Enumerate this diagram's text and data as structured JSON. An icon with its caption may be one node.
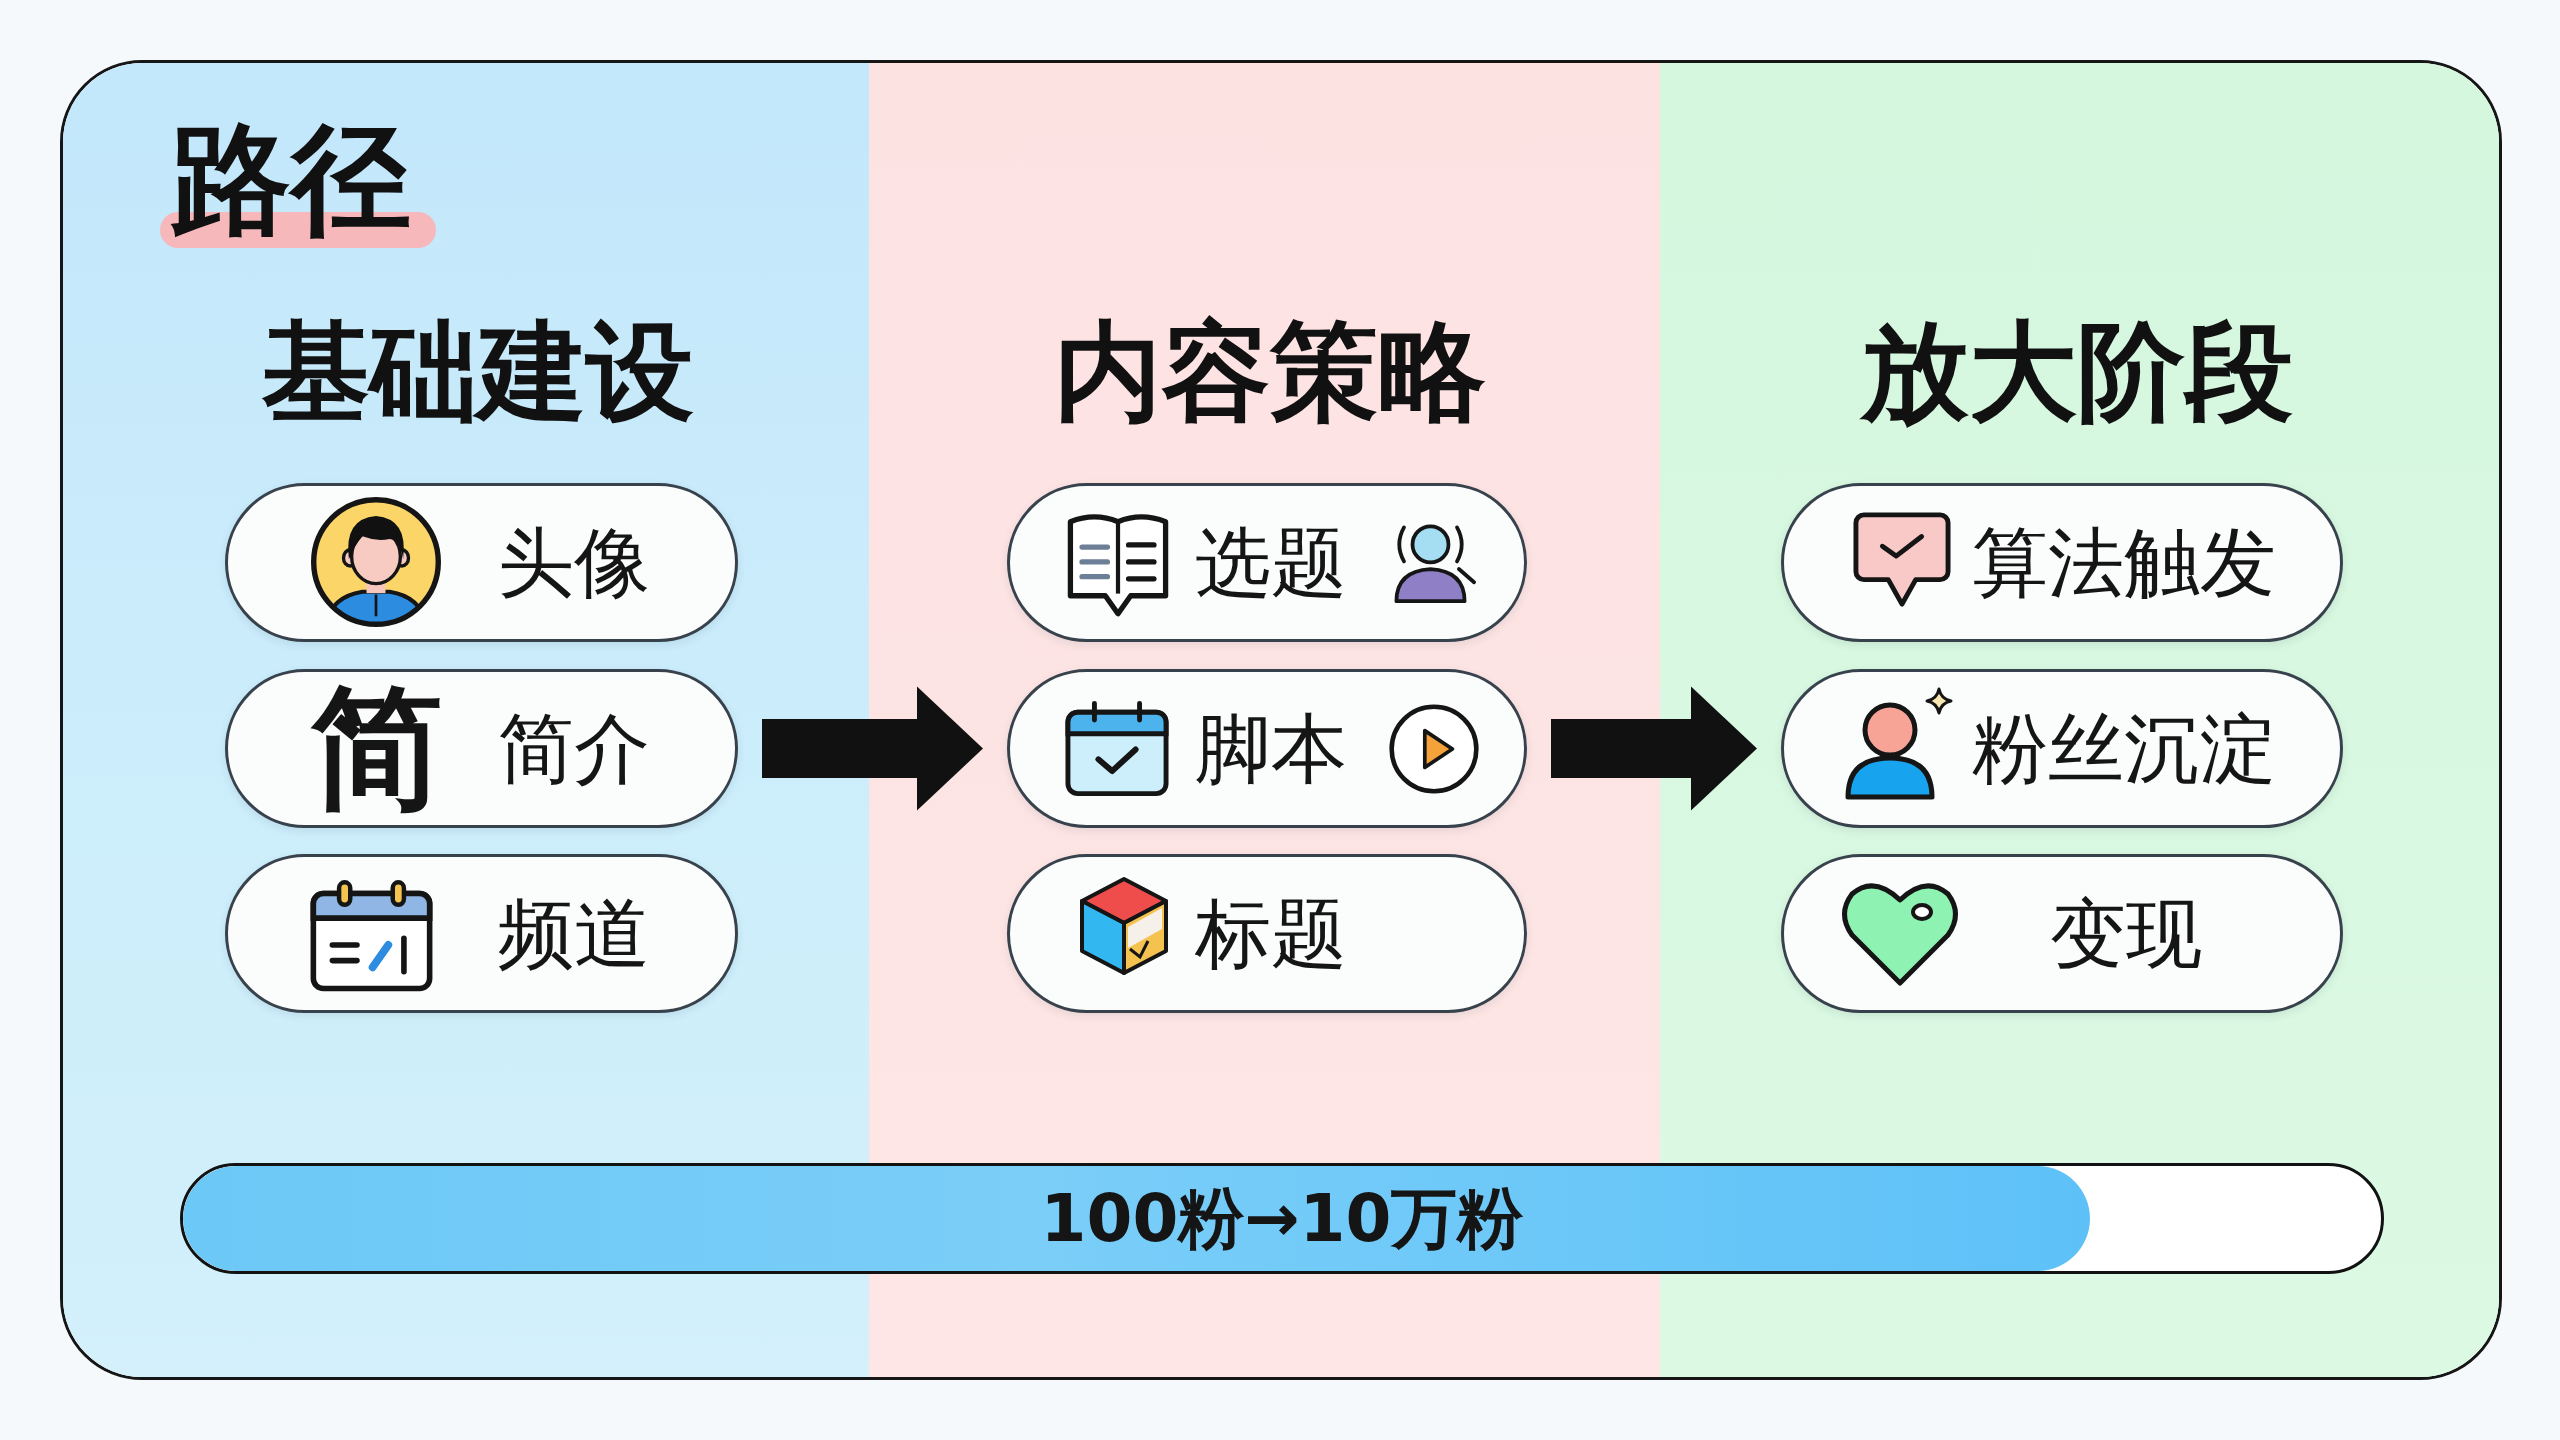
{
  "diagram": {
    "title": "路径",
    "nodes": [
      {
        "text": [
          "基础建设"
        ]
      },
      {
        "text": [
          "头像"
        ],
        "in": 0
      },
      {
        "text": [
          "简",
          "简介"
        ],
        "in": 0
      },
      {
        "text": [
          "频道"
        ],
        "in": 0
      },
      {
        "text": [
          "内容策略"
        ]
      },
      {
        "text": [
          "选题"
        ],
        "in": 4
      },
      {
        "text": [
          "脚本"
        ],
        "in": 4
      },
      {
        "text": [
          "标题"
        ],
        "in": 4
      },
      {
        "text": [
          "放大阶段"
        ]
      },
      {
        "text": [
          "算法触发"
        ],
        "in": 8
      },
      {
        "text": [
          "粉丝沉淀"
        ],
        "in": 8
      },
      {
        "text": [
          "变现"
        ],
        "in": 8
      },
      {
        "text": [
          "100粉→10万粉"
        ]
      }
    ],
    "edges": [
      {
        "from": 2,
        "to": 6,
        "arrow": "to"
      },
      {
        "from": 6,
        "to": 10,
        "arrow": "to"
      }
    ]
  }
}
